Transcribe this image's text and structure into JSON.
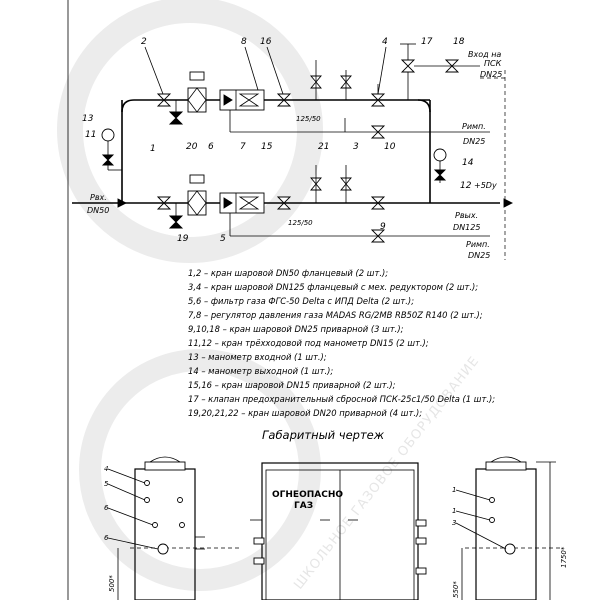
{
  "scheme": {
    "inlet_label": "Pвх.",
    "inlet_dn": "DN50",
    "psk_label": "Вход на",
    "psk_label2": "ПСК",
    "psk_dn": "DN25",
    "rimp_label_top": "Pимп.",
    "rimp_dn_top": "DN25",
    "outlet_label": "Pвых.",
    "outlet_dn": "DN125",
    "rimp_label_bottom": "Pимп.",
    "rimp_dn_bottom": "DN25",
    "size_label": "+5Dy",
    "reducer_top": "125/50",
    "reducer_bottom": "125/50",
    "numbers": [
      "1",
      "2",
      "3",
      "4",
      "5",
      "6",
      "7",
      "8",
      "9",
      "10",
      "11",
      "12",
      "13",
      "14",
      "15",
      "16",
      "17",
      "18",
      "19",
      "20",
      "21"
    ]
  },
  "legend": [
    "1,2 – кран шаровой DN50 фланцевый (2 шт.);",
    "3,4 –  кран шаровой DN125 фланцевый с мех. редуктором (2 шт.);",
    "5,6 – фильтр газа ФГС-50 Delta с ИПД Delta (2 шт.);",
    "7,8 – регулятор давления газа MADAS RG/2MB RB50Z R140 (2 шт.);",
    "9,10,18 – кран шаровой DN25 приварной (3 шт.);",
    "11,12 – кран трёхходовой под манометр DN15 (2 шт.);",
    "13 – манометр входной (1 шт.);",
    "14 – манометр выходной (1 шт.);",
    "15,16 – кран шаровой DN15 приварной (2 шт.);",
    "17 – клапан предохранительный сбросной ПСК-25с1/50 Delta (1 шт.);",
    "19,20,21,22 – кран шаровой DN20 приварной (4 шт.);"
  ],
  "drawing": {
    "title": "Габаритный чертеж",
    "warning_line1": "ОГНЕОПАСНО",
    "warning_line2": "ГАЗ",
    "dim_height": "1750*",
    "dim_left": "500*",
    "dim_right": "550*",
    "left_callouts": [
      "4",
      "5",
      "6",
      "6"
    ],
    "right_callouts": [
      "1",
      "1",
      "3"
    ]
  },
  "watermark": {
    "text": "ШКОЛЬНОЕ ГАЗОВОЕ ОБОРУДОВАНИЕ"
  },
  "colors": {
    "ink": "#000000",
    "paper": "#ffffff",
    "watermark": "#e6e6e6"
  }
}
